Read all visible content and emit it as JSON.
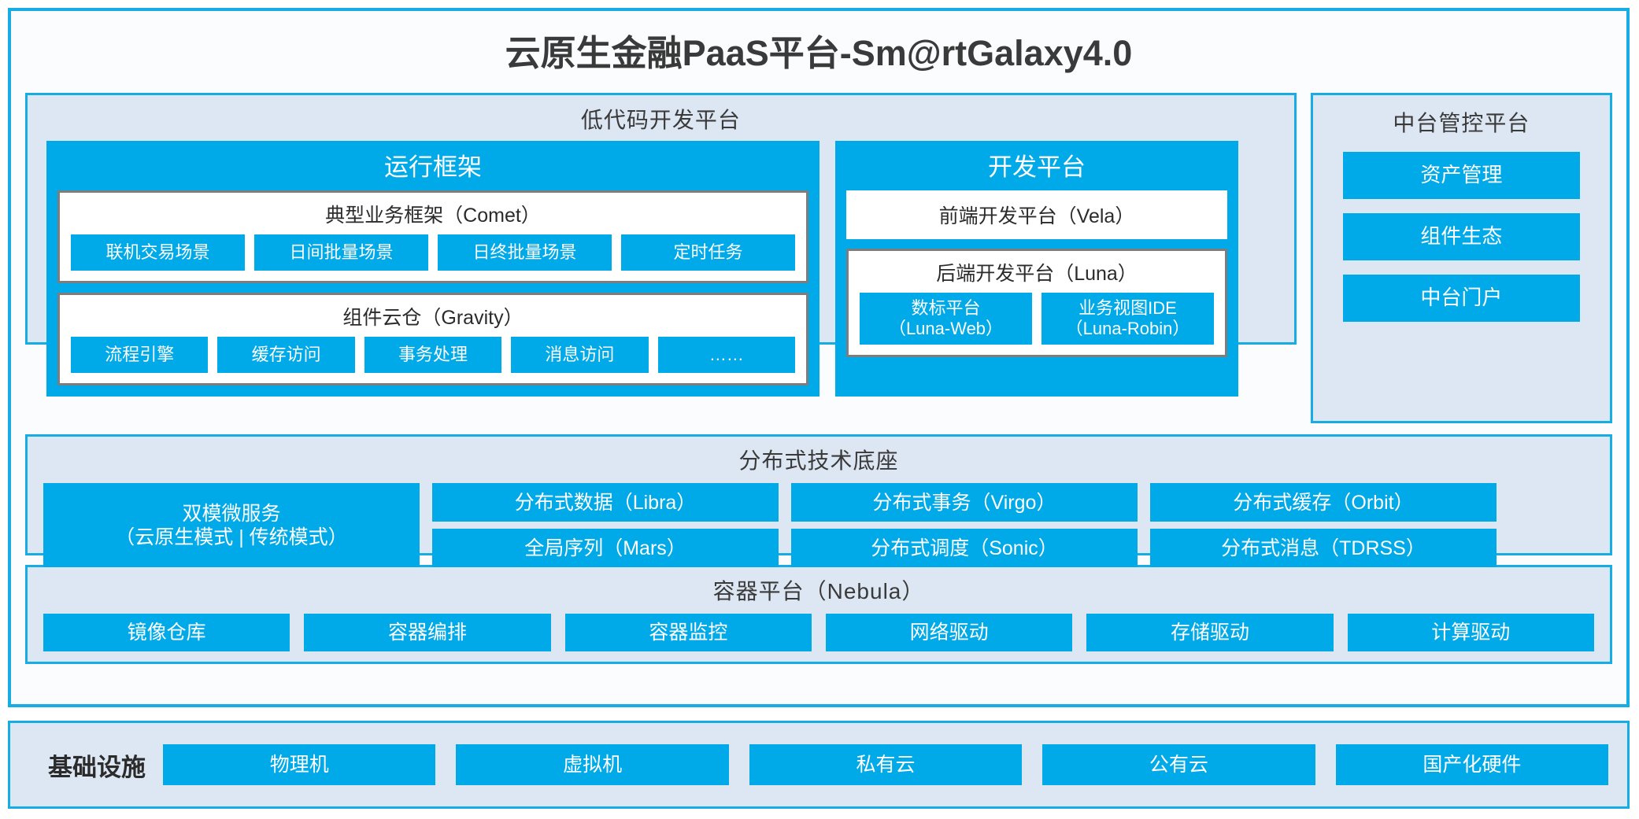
{
  "title": "云原生金融PaaS平台-Sm@rtGalaxy4.0",
  "colors": {
    "accent_blue": "#00a9e8",
    "frame_blue": "#18ace4",
    "panel_fill": "#dde7f3",
    "box_border_grey": "#7d7d7d",
    "text_dark": "#3a3a3a"
  },
  "lowcode": {
    "title": "低代码开发平台",
    "runtime": {
      "title": "运行框架",
      "comet": {
        "title": "典型业务框架（Comet）",
        "items": [
          "联机交易场景",
          "日间批量场景",
          "日终批量场景",
          "定时任务"
        ]
      },
      "gravity": {
        "title": "组件云仓（Gravity）",
        "items": [
          "流程引擎",
          "缓存访问",
          "事务处理",
          "消息访问",
          "……"
        ]
      }
    },
    "devplatform": {
      "title": "开发平台",
      "frontend": "前端开发平台（Vela）",
      "backend": {
        "title": "后端开发平台（Luna）",
        "items": [
          {
            "name": "数标平台",
            "sub": "（Luna-Web）"
          },
          {
            "name": "业务视图IDE",
            "sub": "（Luna-Robin）"
          }
        ]
      }
    }
  },
  "midplatform": {
    "title": "中台管控平台",
    "items": [
      "资产管理",
      "组件生态",
      "中台门户"
    ]
  },
  "techbase": {
    "title": "分布式技术底座",
    "microservice": {
      "line1": "双模微服务",
      "line2": "（云原生模式 | 传统模式）"
    },
    "columns": [
      [
        "分布式数据（Libra）",
        "全局序列（Mars）"
      ],
      [
        "分布式事务（Virgo）",
        "分布式调度（Sonic）"
      ],
      [
        "分布式缓存（Orbit）",
        "分布式消息（TDRSS）"
      ]
    ]
  },
  "containerplatform": {
    "title": "容器平台（Nebula）",
    "items": [
      "镜像仓库",
      "容器编排",
      "容器监控",
      "网络驱动",
      "存储驱动",
      "计算驱动"
    ]
  },
  "infrastructure": {
    "label": "基础设施",
    "items": [
      "物理机",
      "虚拟机",
      "私有云",
      "公有云",
      "国产化硬件"
    ]
  }
}
